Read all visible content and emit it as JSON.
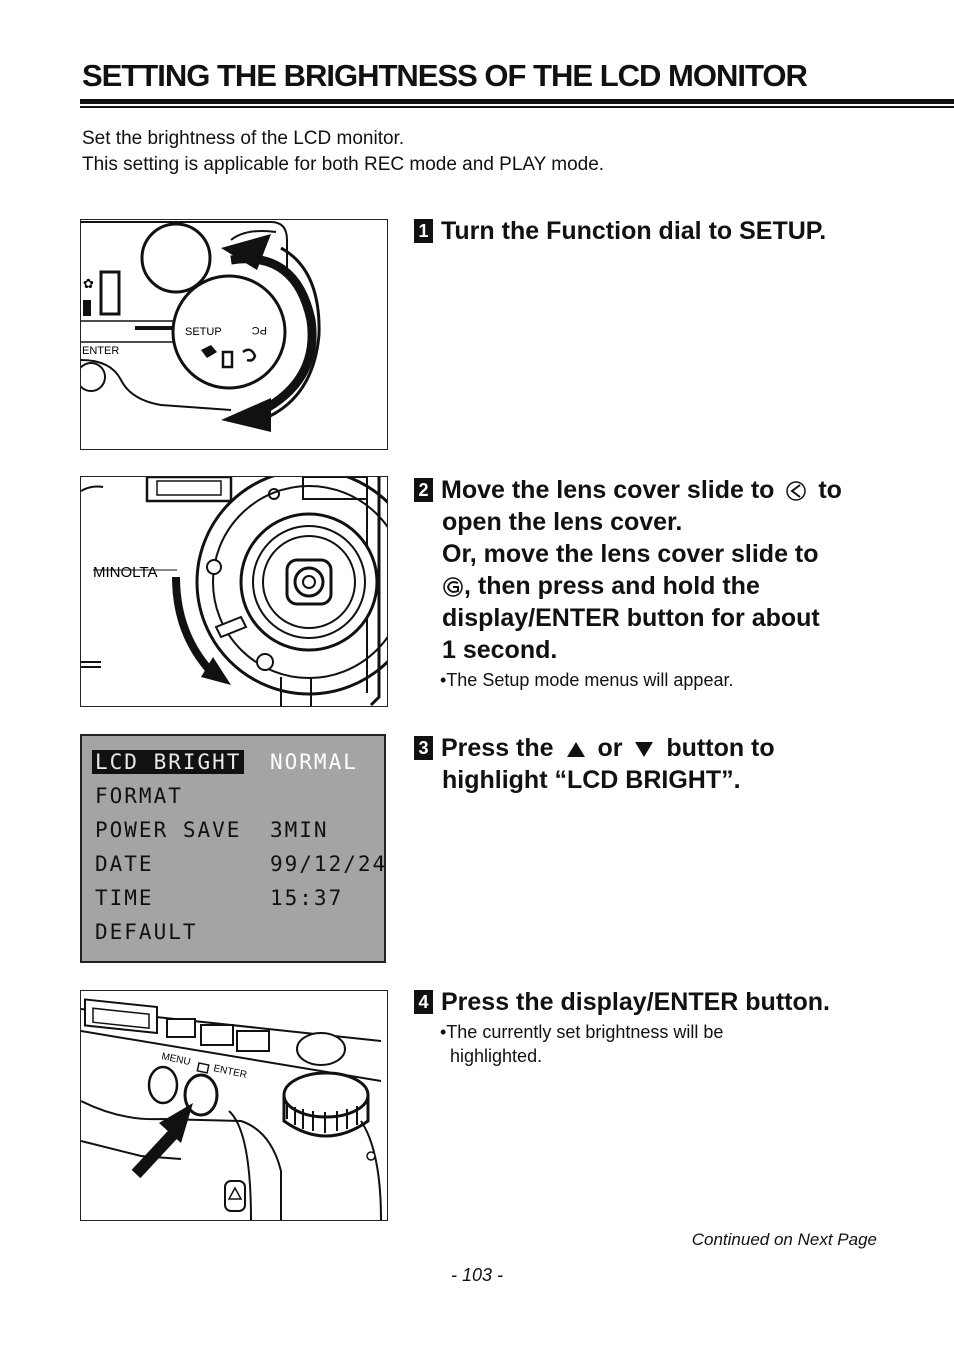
{
  "header": {
    "title": "SETTING THE BRIGHTNESS OF THE LCD MONITOR"
  },
  "intro": {
    "line1": "Set the brightness of the LCD monitor.",
    "line2": "This setting is applicable for both REC mode and PLAY mode."
  },
  "steps": [
    {
      "num": "1",
      "head": "Turn the Function dial to SETUP."
    },
    {
      "num": "2",
      "head_a": "Move the lens cover slide to",
      "head_b": "to",
      "head_c": "open the lens cover.",
      "head_d": "Or, move the lens cover slide to",
      "head_e": ", then press and hold the",
      "head_f": "display/ENTER button for about",
      "head_g": "1 second.",
      "note": "•The Setup mode menus will appear."
    },
    {
      "num": "3",
      "head_a": "Press the",
      "head_b": "or",
      "head_c": "button to",
      "head_d": "highlight “LCD BRIGHT”."
    },
    {
      "num": "4",
      "head": "Press the display/ENTER button.",
      "note": "•The currently set brightness will be highlighted."
    }
  ],
  "figure1": {
    "dial_label": "SETUP",
    "pc_label": "PC",
    "enter_label": "ENTER"
  },
  "figure2": {
    "brand_label": "MINOLTA"
  },
  "lcd_menu": {
    "rows": [
      {
        "label": "LCD BRIGHT",
        "value": "NORMAL"
      },
      {
        "label": "FORMAT",
        "value": ""
      },
      {
        "label": "POWER SAVE",
        "value": "3MIN"
      },
      {
        "label": "DATE",
        "value": "99/12/24"
      },
      {
        "label": "TIME",
        "value": "15:37"
      },
      {
        "label": "DEFAULT",
        "value": ""
      }
    ]
  },
  "figure4": {
    "menu_label": "MENU",
    "enter_label": "ENTER"
  },
  "footer": {
    "continued": "Continued on Next Page",
    "page_number": "- 103 -"
  }
}
